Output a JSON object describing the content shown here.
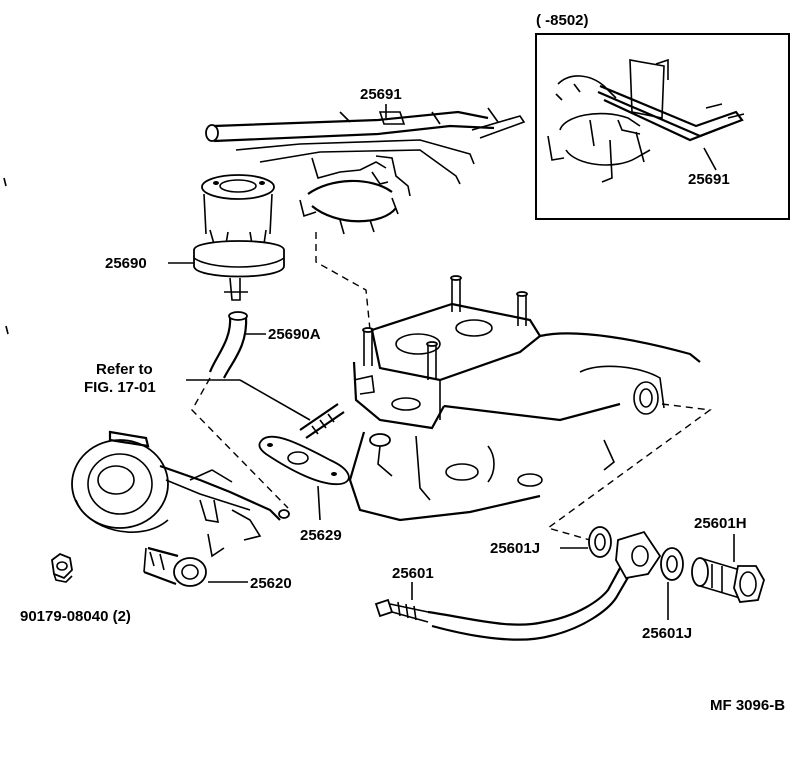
{
  "inset": {
    "range_label": "(        -8502)"
  },
  "parts": {
    "p25691_main": "25691",
    "p25691_inset": "25691",
    "p25690": "25690",
    "p25690A": "25690A",
    "p25629": "25629",
    "p25620": "25620",
    "p90179": "90179-08040 (2)",
    "p25601": "25601",
    "p25601J_upper": "25601J",
    "p25601J_lower": "25601J",
    "p25601H": "25601H"
  },
  "reference": {
    "line1": "Refer to",
    "line2": "FIG. 17-01"
  },
  "figure_code": "MF 3096-B"
}
